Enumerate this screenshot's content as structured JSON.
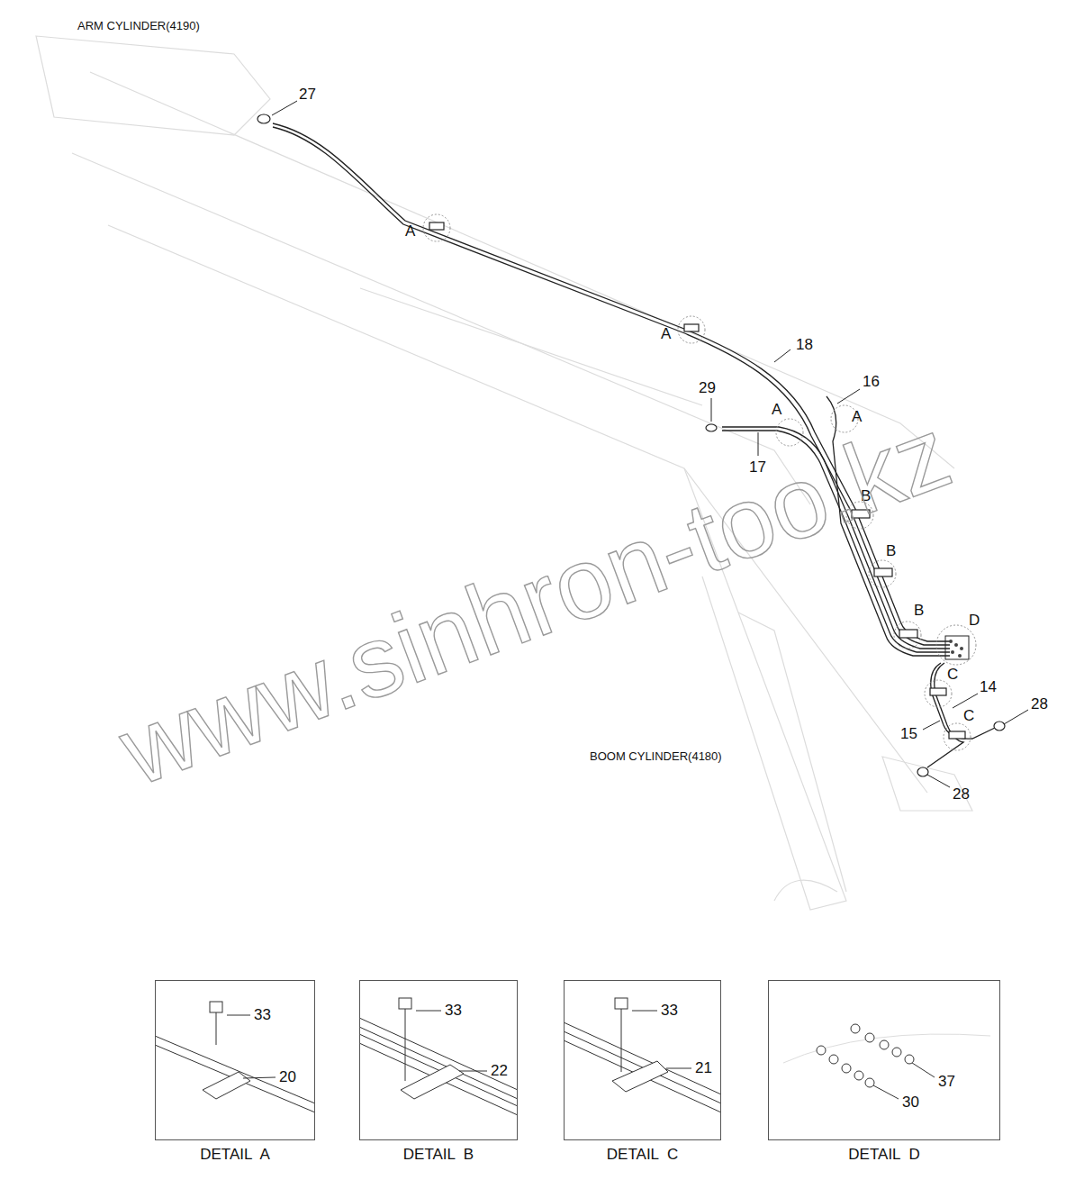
{
  "diagram": {
    "nodes": [
      {
        "text": [
          "DETAIL  A"
        ]
      },
      {
        "text": [
          "DETAIL  B"
        ]
      },
      {
        "text": [
          "DETAIL  C"
        ]
      },
      {
        "text": [
          "DETAIL  D"
        ]
      }
    ],
    "labels": [
      "ARM CYLINDER(4190)",
      "27",
      "A",
      "A",
      "18",
      "29",
      "A",
      "16",
      "A",
      "17",
      "B",
      "B",
      "B",
      "D",
      "C",
      "14",
      "15",
      "C",
      "28",
      "28",
      "BOOM CYLINDER(4180)",
      "33",
      "20",
      "33",
      "22",
      "33",
      "21",
      "37",
      "30",
      "www.sinhron-too.kz"
    ]
  }
}
